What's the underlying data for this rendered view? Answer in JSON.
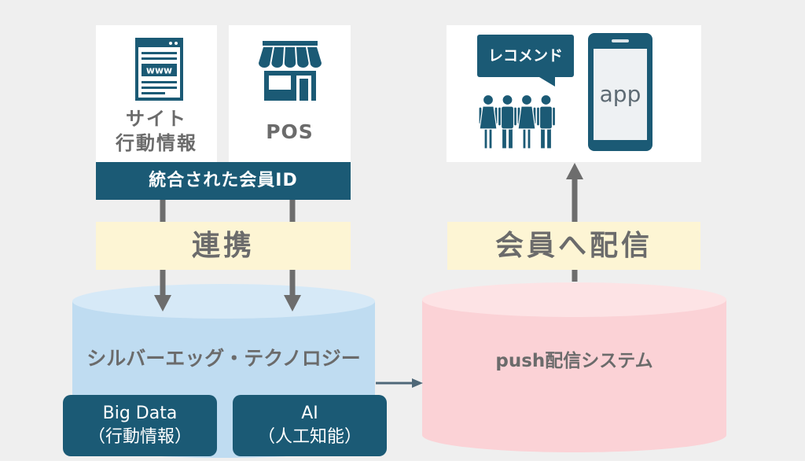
{
  "sources": [
    {
      "icon": "www-browser-icon",
      "icon_text": "www",
      "label_lines": [
        "サイト",
        "行動情報"
      ]
    },
    {
      "icon": "storefront-icon",
      "label_lines": [
        "POS"
      ]
    }
  ],
  "integrated_id_label": "統合された会員ID",
  "link_label": "連携",
  "engine": {
    "name": "シルバーエッグ・テクノロジー",
    "modules": [
      {
        "lines": [
          "Big Data",
          "（行動情報）"
        ]
      },
      {
        "lines": [
          "AI",
          "（人工知能）"
        ]
      }
    ]
  },
  "push_system": {
    "name": "push配信システム"
  },
  "delivery_label": "会員へ配信",
  "output": {
    "bubble_label": "レコメンド",
    "people_icon": "group-of-people-icon",
    "phone_icon": "smartphone-icon",
    "phone_screen_label": "app"
  },
  "colors": {
    "background": "#efefef",
    "teal": "#1b5a75",
    "gray_text": "#6b6b6b",
    "yellow_band": "#fdf5d4",
    "engine_blue": "#bfdcf1",
    "push_pink": "#fbd2d6",
    "arrow_gray": "#6d6d6d"
  }
}
